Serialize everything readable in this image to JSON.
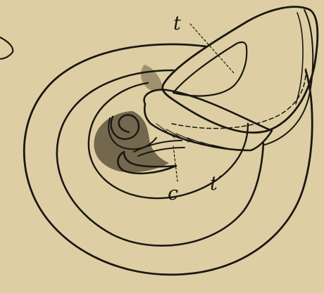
{
  "figure": {
    "labels": {
      "t": "t",
      "t_prime": "t′",
      "c": "c"
    },
    "colors": {
      "paper": "#ddcfa3",
      "ink": "#1a1712",
      "shade": "#5b4f3a"
    }
  }
}
